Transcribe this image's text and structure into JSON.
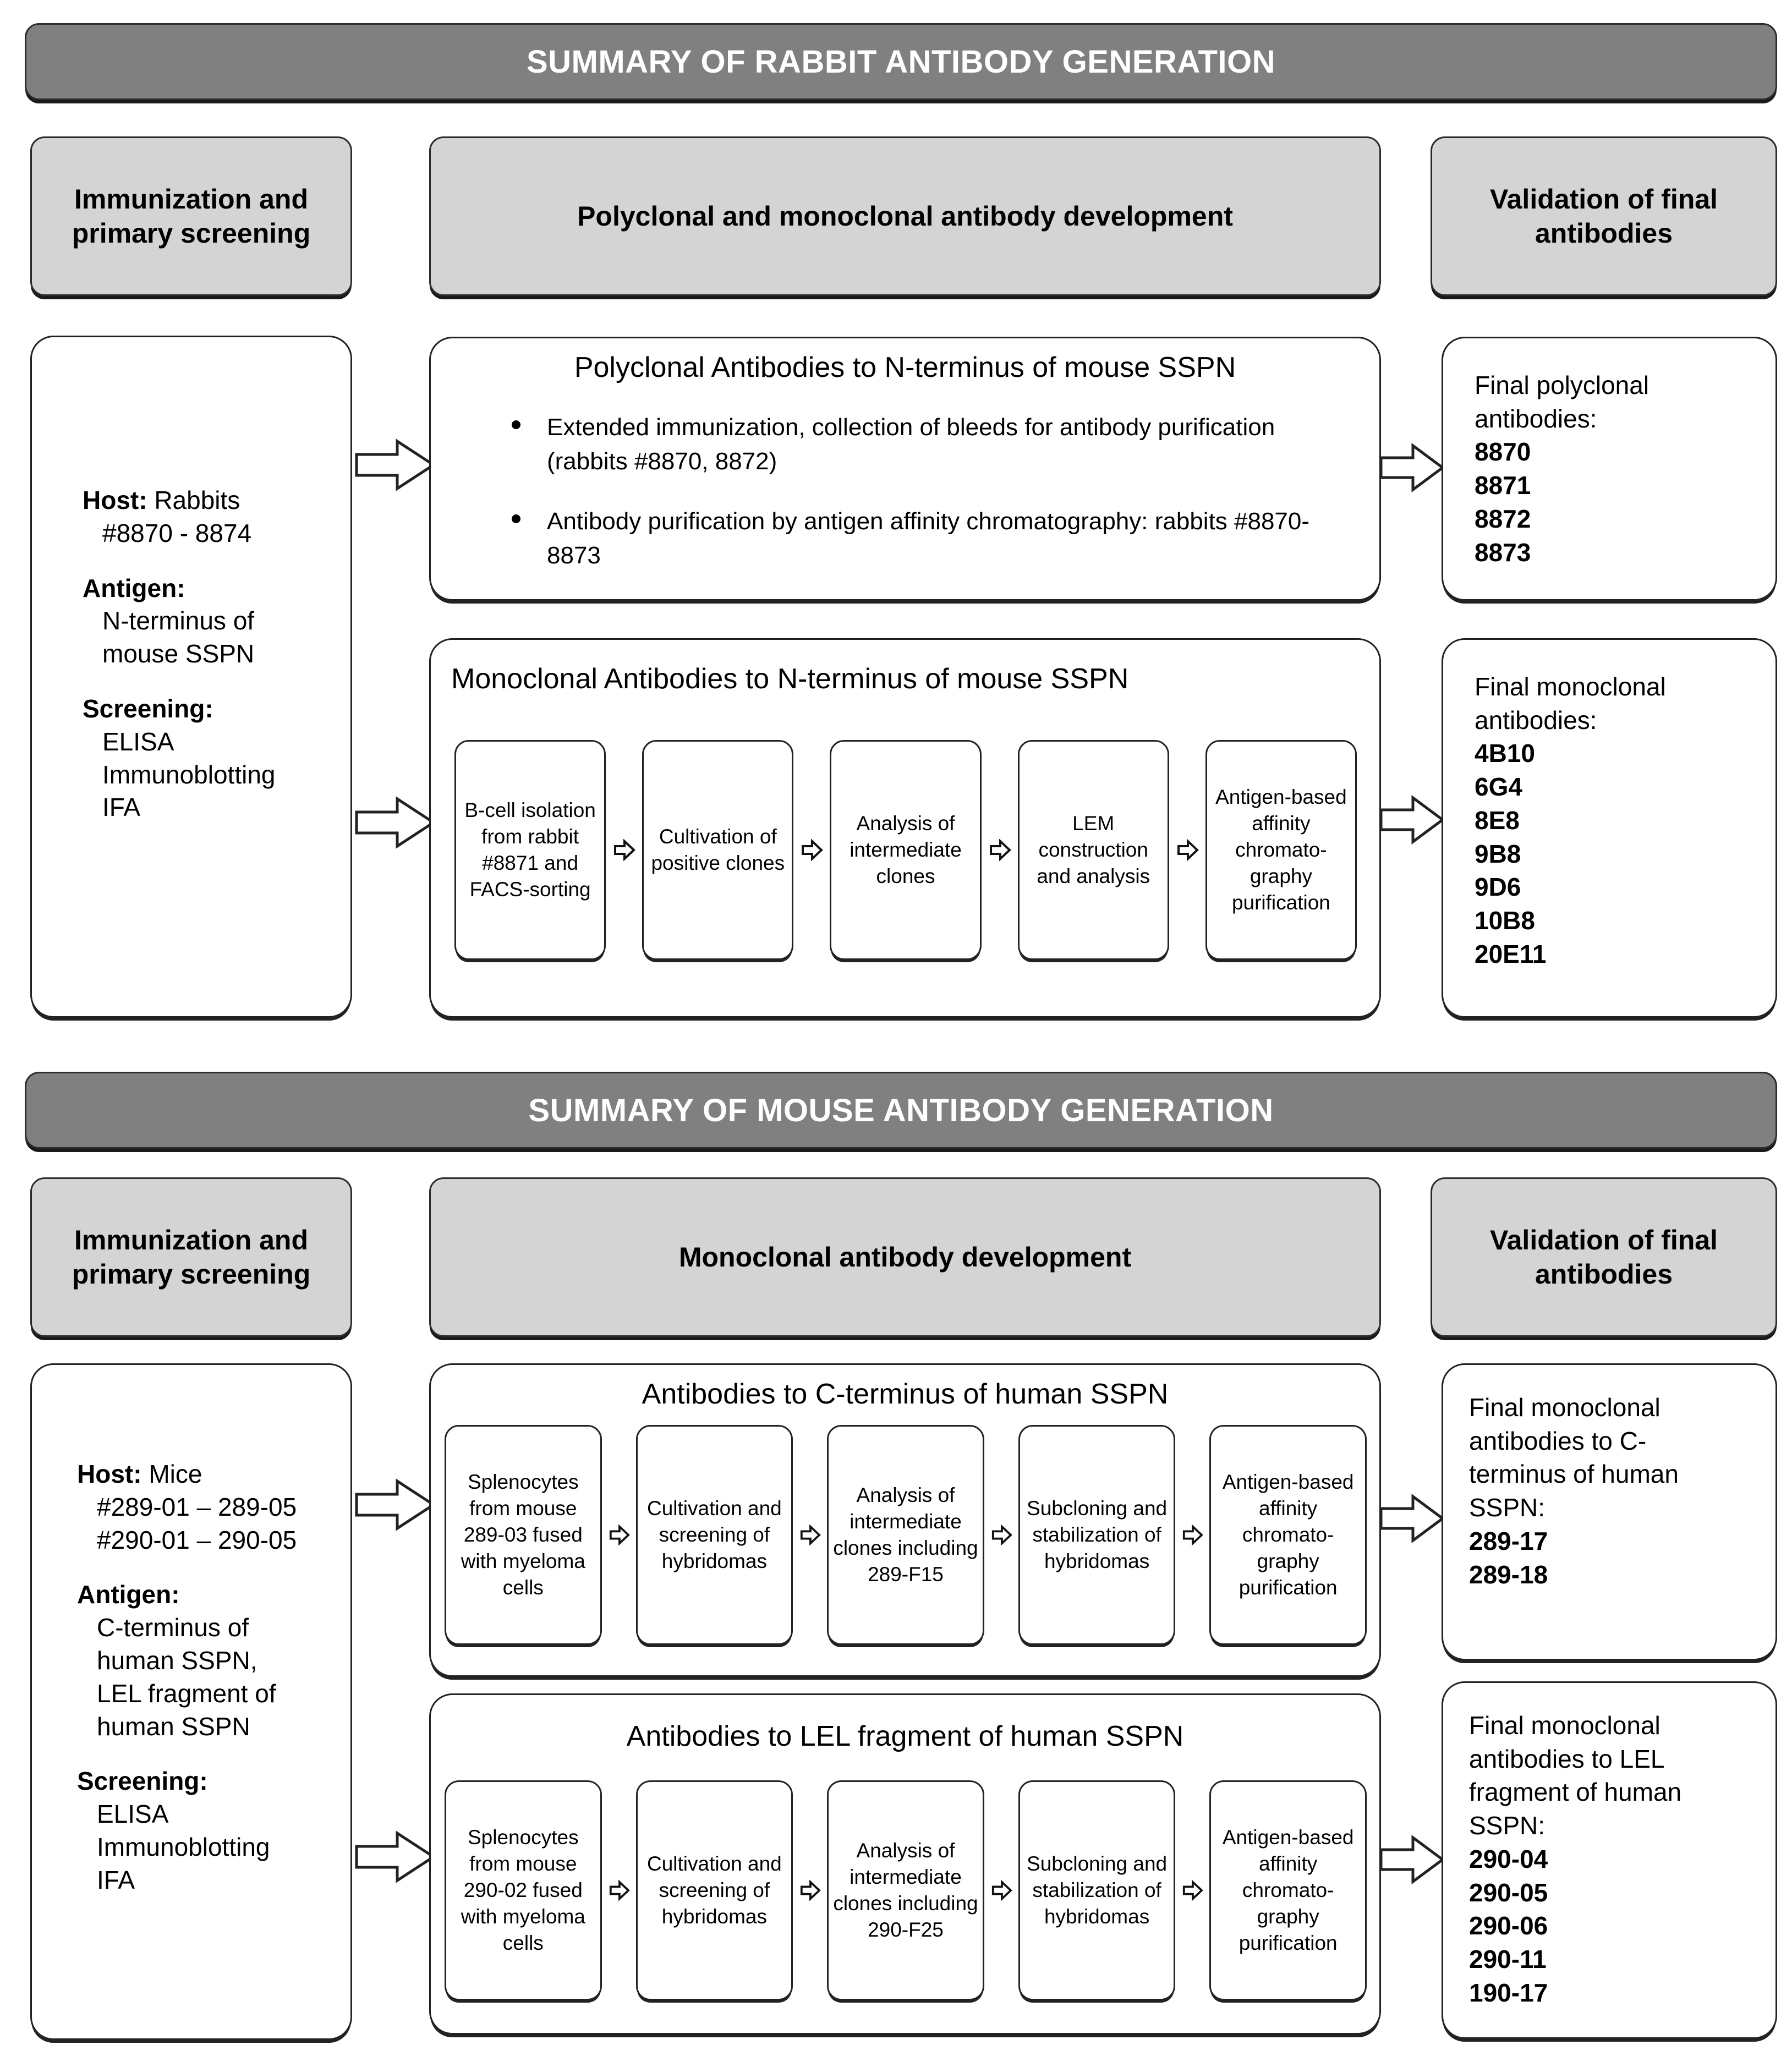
{
  "sections": [
    {
      "banner": "SUMMARY OF RABBIT ANTIBODY GENERATION",
      "columns": {
        "left": "Immunization and primary screening",
        "middle": "Polyclonal and monoclonal antibody development",
        "right": "Validation of final antibodies"
      },
      "info": {
        "host_label": "Host:",
        "host_value": "Rabbits",
        "host_detail": "#8870 - 8874",
        "antigen_label": "Antigen:",
        "antigen_lines": [
          "N-terminus of",
          "mouse SSPN"
        ],
        "screening_label": "Screening:",
        "screening_lines": [
          "ELISA",
          "Immunoblotting",
          "IFA"
        ]
      },
      "groups": [
        {
          "title": "Polyclonal Antibodies to N-terminus of mouse SSPN",
          "bullets": [
            "Extended immunization, collection of bleeds for antibody purification (rabbits #8870, 8872)",
            "Antibody purification by antigen affinity chromatography: rabbits #8870-8873"
          ],
          "result": {
            "heading": [
              "Final polyclonal",
              "antibodies:"
            ],
            "items": [
              "8870",
              "8871",
              "8872",
              "8873"
            ]
          }
        },
        {
          "title": "Monoclonal Antibodies to N-terminus of mouse SSPN",
          "steps": [
            "B-cell isolation from rabbit #8871 and FACS-sorting",
            "Cultivation of positive clones",
            "Analysis of intermediate clones",
            "LEM construction and analysis",
            "Antigen-based affinity chromato-graphy purification"
          ],
          "result": {
            "heading": [
              "Final monoclonal",
              "antibodies:"
            ],
            "items": [
              "4B10",
              "6G4",
              "8E8",
              "9B8",
              "9D6",
              "10B8",
              "20E11"
            ]
          }
        }
      ]
    },
    {
      "banner": "SUMMARY OF MOUSE ANTIBODY GENERATION",
      "columns": {
        "left": "Immunization and primary screening",
        "middle": "Monoclonal antibody development",
        "right": "Validation of final antibodies"
      },
      "info": {
        "host_label": "Host:",
        "host_value": "Mice",
        "host_detail": "#289-01 – 289-05",
        "host_detail2": "#290-01 – 290-05",
        "antigen_label": "Antigen:",
        "antigen_lines": [
          "C-terminus of",
          "human  SSPN,",
          "LEL fragment of",
          "human SSPN"
        ],
        "screening_label": "Screening:",
        "screening_lines": [
          "ELISA",
          "Immunoblotting",
          "IFA"
        ]
      },
      "groups": [
        {
          "title": "Antibodies to C-terminus of human SSPN",
          "steps": [
            "Splenocytes from mouse 289-03 fused with myeloma cells",
            "Cultivation and screening of hybridomas",
            "Analysis of intermediate clones including 289-F15",
            "Subcloning and stabilization of hybridomas",
            "Antigen-based affinity chromato-graphy purification"
          ],
          "result": {
            "heading": [
              "Final monoclonal",
              "antibodies to C-",
              "terminus of human",
              "SSPN:"
            ],
            "items": [
              "289-17",
              "289-18"
            ]
          }
        },
        {
          "title": "Antibodies to LEL fragment of human SSPN",
          "steps": [
            "Splenocytes from mouse 290-02 fused with myeloma cells",
            "Cultivation and screening of hybridomas",
            "Analysis of intermediate clones including 290-F25",
            "Subcloning and stabilization of hybridomas",
            "Antigen-based affinity chromato-graphy purification"
          ],
          "result": {
            "heading": [
              "Final monoclonal",
              "antibodies to LEL",
              "fragment of human",
              "SSPN:"
            ],
            "items": [
              "290-04",
              "290-05",
              "290-06",
              "290-11",
              "190-17"
            ]
          }
        }
      ]
    }
  ],
  "icons": {
    "big_arrow": "block-arrow-right-icon",
    "small_arrow": "small-arrow-right-icon"
  },
  "colors": {
    "banner_fill": "#808080",
    "header_fill": "#d4d4d4",
    "outline": "#222222",
    "banner_text": "#ffffff"
  }
}
